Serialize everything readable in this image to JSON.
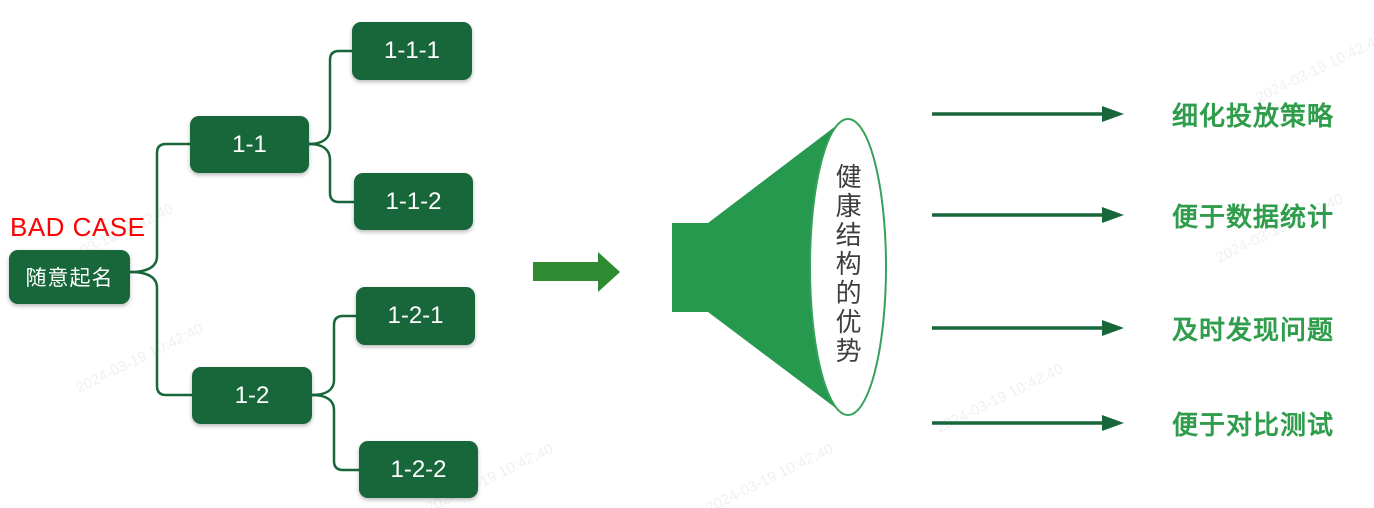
{
  "bad_case": {
    "label": "BAD CASE"
  },
  "tree": {
    "root": {
      "label": "随意起名"
    },
    "level1": [
      {
        "label": "1-1"
      },
      {
        "label": "1-2"
      }
    ],
    "level2": [
      {
        "label": "1-1-1"
      },
      {
        "label": "1-1-2"
      },
      {
        "label": "1-2-1"
      },
      {
        "label": "1-2-2"
      }
    ]
  },
  "funnel": {
    "label": "健康结构的优势"
  },
  "benefits": [
    {
      "label": "细化投放策略"
    },
    {
      "label": "便于数据统计"
    },
    {
      "label": "及时发现问题"
    },
    {
      "label": "便于对比测试"
    }
  ],
  "watermark": {
    "text": "2024-03-19 10:42:40"
  },
  "colors": {
    "node_green": "#17673B",
    "connector_green": "#17673B",
    "block_arrow_green": "#2E8B31",
    "funnel_green": "#27994F",
    "funnel_ellipse_stroke": "#35A25B",
    "benefit_green": "#2F9D4B",
    "thin_arrow_green": "#17673B",
    "bad_case_red": "#FE0000",
    "funnel_text_gray": "#3F3F3F"
  }
}
